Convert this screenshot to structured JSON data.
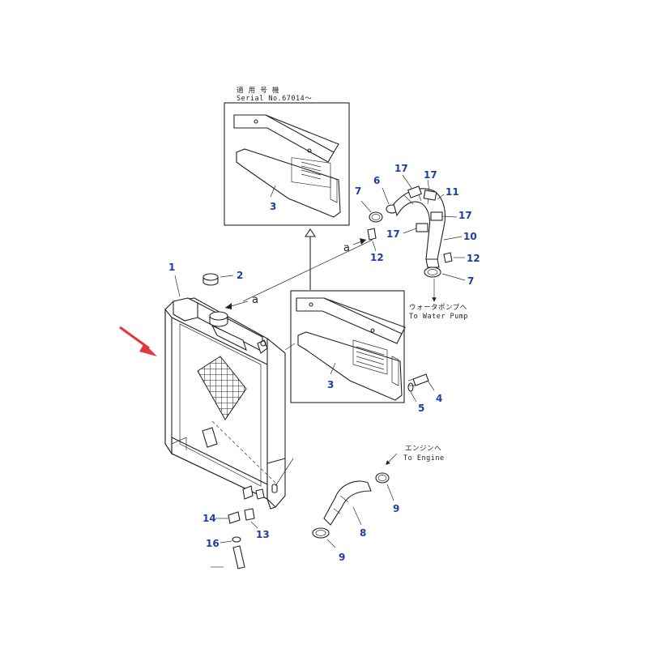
{
  "callouts": {
    "c1": "1",
    "c2": "2",
    "c3_inset": "3",
    "c3_main": "3",
    "c4": "4",
    "c5": "5",
    "c6": "6",
    "c7_top": "7",
    "c7_bottom": "7",
    "c8": "8",
    "c9_right": "9",
    "c9_bottom": "9",
    "c10": "10",
    "c11": "11",
    "c12_top": "12",
    "c12_right": "12",
    "c13": "13",
    "c14": "14",
    "c16": "16",
    "c17_a": "17",
    "c17_b": "17",
    "c17_c": "17",
    "c17_d": "17"
  },
  "notes": {
    "serial_jp": "適 用 号 機",
    "serial_en": "Serial No.67014～",
    "pump_jp": "ウォータポンプへ",
    "pump_en": "To Water Pump",
    "engine_jp": "エンジンへ",
    "engine_en": "To Engine",
    "ref_a_left": "a",
    "ref_a_right": "a"
  },
  "colors": {
    "callout": "#1a3fa6",
    "pointer_arrow": "#e0383b"
  },
  "icons": {
    "pointer": "red-pointer-arrow-icon"
  }
}
